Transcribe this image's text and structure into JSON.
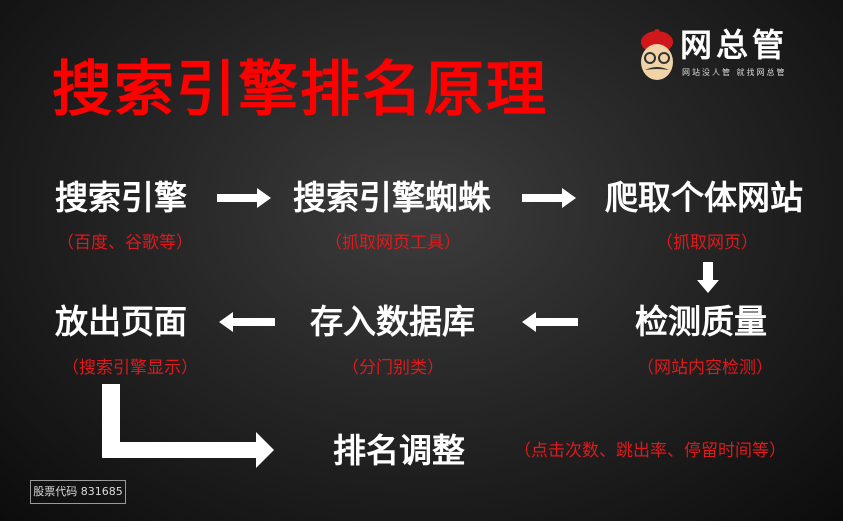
{
  "logo": {
    "name": "网总管",
    "slogan": "网站没人管  就找网总管"
  },
  "title": "搜索引擎排名原理",
  "nodes": {
    "search_engine": {
      "label": "搜索引擎",
      "sub": "（百度、谷歌等）"
    },
    "spider": {
      "label": "搜索引擎蜘蛛",
      "sub": "（抓取网页工具）"
    },
    "crawl": {
      "label": "爬取个体网站",
      "sub": "（抓取网页）"
    },
    "check": {
      "label": "检测质量",
      "sub": "（网站内容检测）"
    },
    "store": {
      "label": "存入数据库",
      "sub": "（分门别类）"
    },
    "publish": {
      "label": "放出页面",
      "sub": "（搜索引擎显示）"
    },
    "rank": {
      "label": "排名调整",
      "sub": "（点击次数、跳出率、停留时间等）"
    }
  },
  "stock": {
    "label": "股票代码",
    "code": "831685"
  }
}
